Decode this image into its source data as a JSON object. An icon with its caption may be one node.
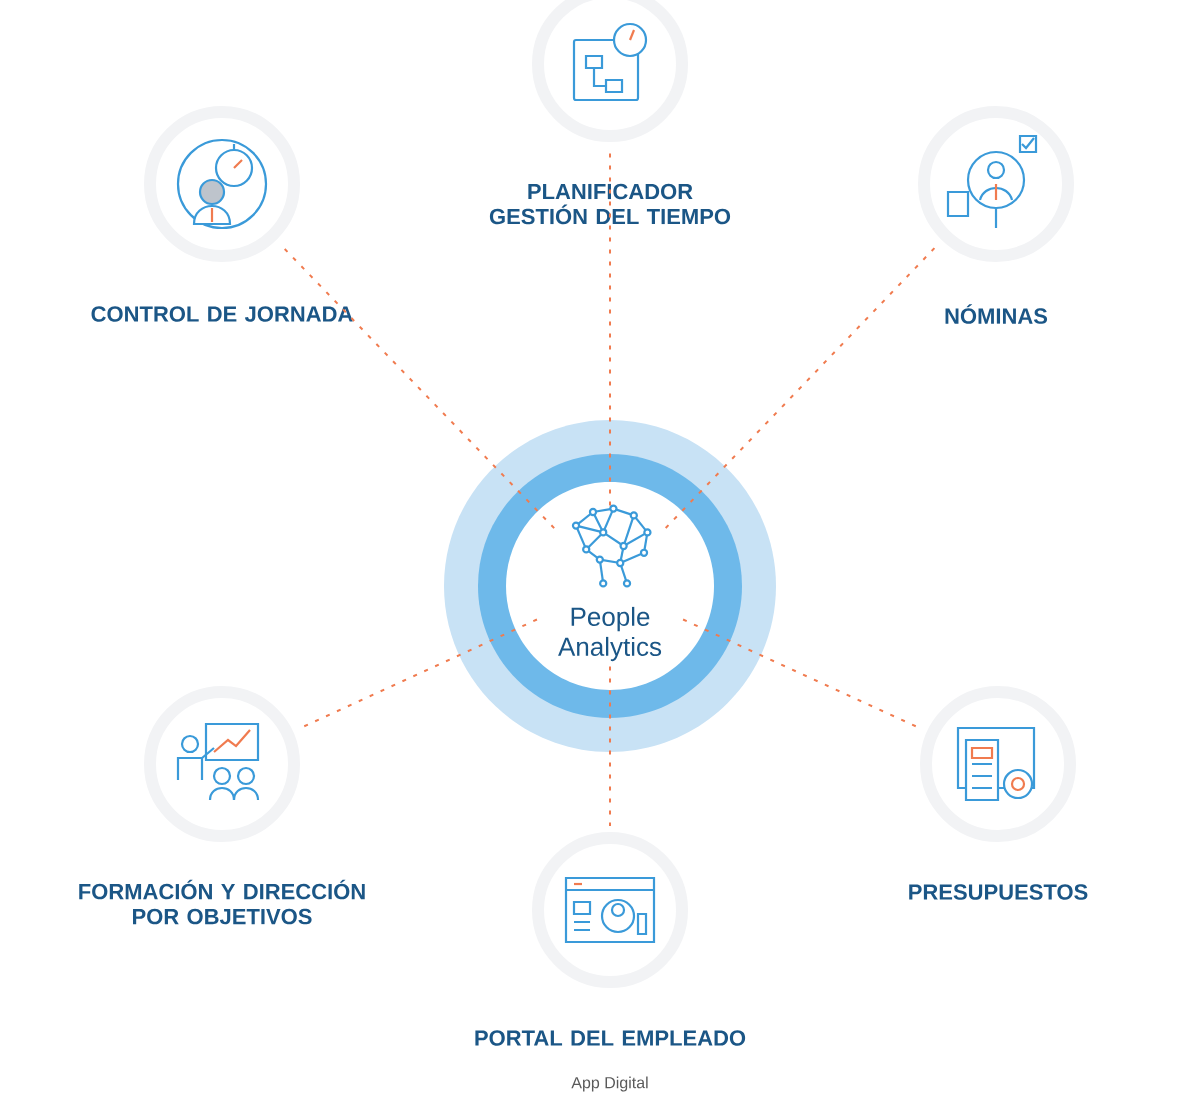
{
  "diagram": {
    "nodes": [
      {
        "text": [
          "PLANIFICADOR GESTIÓN DEL TIEMPO"
        ]
      },
      {
        "text": [
          "CONTROL DE JORNADA"
        ]
      },
      {
        "text": [
          "NÓMINAS"
        ]
      },
      {
        "text": [
          "People Analytics"
        ]
      },
      {
        "text": [
          "FORMACIÓN Y DIRECCIÓN POR OBJETIVOS"
        ]
      },
      {
        "text": [
          "PRESUPUESTOS"
        ]
      },
      {
        "text": [
          "PORTAL DEL EMPLEADO"
        ]
      }
    ],
    "edges": [
      {
        "from": 3,
        "to": 0,
        "arrow": "none",
        "style": "dashed"
      },
      {
        "from": 3,
        "to": 1,
        "arrow": "none",
        "style": "dashed"
      },
      {
        "from": 3,
        "to": 2,
        "arrow": "none",
        "style": "dashed"
      },
      {
        "from": 3,
        "to": 4,
        "arrow": "none",
        "style": "dashed"
      },
      {
        "from": 3,
        "to": 5,
        "arrow": "none",
        "style": "dashed"
      },
      {
        "from": 3,
        "to": 6,
        "arrow": "none",
        "style": "dashed"
      }
    ],
    "labels": [
      "App Digital"
    ]
  }
}
